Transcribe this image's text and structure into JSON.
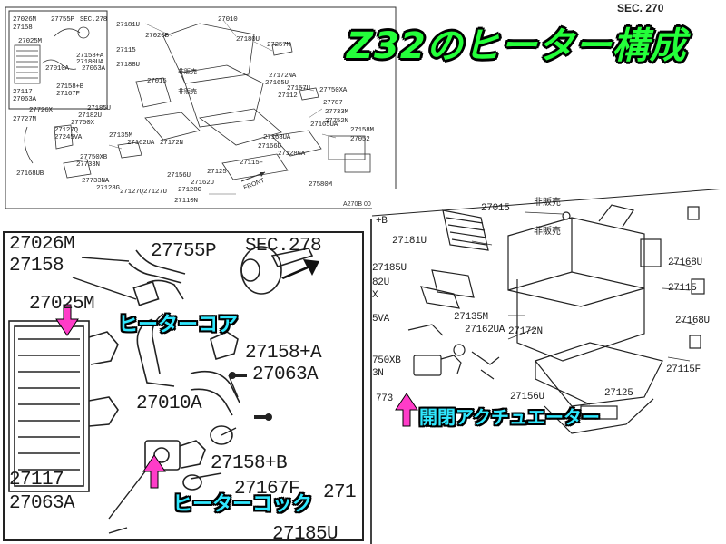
{
  "title": "Z32のヒーター構成",
  "top_section_label": "SEC. 270",
  "figure_code": "A270B 00",
  "front_label": "FRONT",
  "colors": {
    "title_green": "#24ff3a",
    "callout_cyan": "#30e8ff",
    "arrow_magenta": "#ff3cc8",
    "outline": "#000000"
  },
  "callouts": {
    "heater_core": "ヒーターコア",
    "heater_cock": "ヒーターコック",
    "actuator": "開閉アクチュエーター"
  },
  "top_parts": [
    "27026M",
    "27755P",
    "SEC.278",
    "27158",
    "27025M",
    "27158+A",
    "27180UA",
    "27063A",
    "27010A",
    "27158+B",
    "27117",
    "27167F",
    "27063A",
    "27181U",
    "27020B",
    "27010",
    "27180U",
    "27257M",
    "27115",
    "27188U",
    "27015",
    "27172NA",
    "27165U",
    "27167U",
    "27112",
    "27750XA",
    "27787",
    "27733M",
    "27752N",
    "27165UA",
    "27158M",
    "27052",
    "27726X",
    "27727M",
    "27185U",
    "27182U",
    "27750X",
    "27127Q",
    "27245VA",
    "27135M",
    "27162UA",
    "27172N",
    "27168UA",
    "27166U",
    "27128GA",
    "27115F",
    "27750XB",
    "27733N",
    "27168UB",
    "27733NA",
    "27128G",
    "27127Q",
    "27127U",
    "27156U",
    "27125",
    "27162U",
    "27128G",
    "27580M",
    "27110N",
    "非販売",
    "非販売"
  ],
  "left_parts": {
    "p1": "27026M",
    "p2": "27755P",
    "p3": "SEC.278",
    "p4": "27158",
    "p5": "27025M",
    "p6": "27158+A",
    "p7": "27063A",
    "p8": "27010A",
    "p9": "27158+B",
    "p10": "27117",
    "p11": "27063A",
    "p12": "27167F",
    "p13": "271",
    "p14": "27185U"
  },
  "right_parts": {
    "p1": "27015",
    "p2": "非販売",
    "p3": "非販売",
    "p4": "27181U",
    "p5": "27185U",
    "p6": "82U",
    "p7": "X",
    "p8": "5VA",
    "p9": "27135M",
    "p10": "27162UA",
    "p11": "27172N",
    "p12": "750XB",
    "p13": "3N",
    "p14": "27156U",
    "p15": "27125",
    "p16": "27168U",
    "p17": "27115",
    "p18": "27168U",
    "p19": "27115F",
    "p20": "+B",
    "p21": "773"
  }
}
